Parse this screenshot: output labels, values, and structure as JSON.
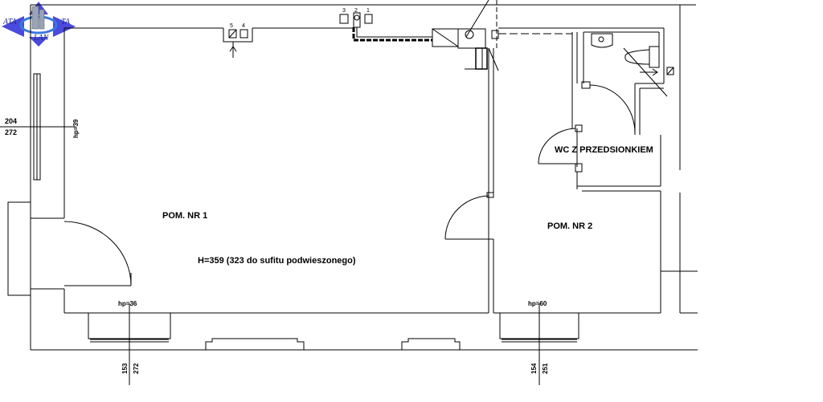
{
  "logo": {
    "text_left": "ATA",
    "text_right": "TA",
    "text_bottom": "LAN",
    "colors": {
      "arrows": "#4a4adc",
      "ring": "#3a78e0",
      "text": "#1a2a8c"
    }
  },
  "rooms": {
    "room1_label": "POM. NR 1",
    "room1_height": "H=359 (323 do sufitu podwieszonego)",
    "room2_label": "POM. NR 2",
    "wc_label": "WC Z PRZEDSIONKIEM"
  },
  "annotations": {
    "left_hp": "hp=39",
    "left_dim_top": "204",
    "left_dim_bottom": "272",
    "bottom1_hp": "hp=36",
    "bottom1_dim_a": "153",
    "bottom1_dim_b": "272",
    "bottom2_hp": "hp=60",
    "bottom2_dim_a": "154",
    "bottom2_dim_b": "251"
  },
  "vents": [
    "5",
    "4",
    "3",
    "2",
    "1"
  ]
}
